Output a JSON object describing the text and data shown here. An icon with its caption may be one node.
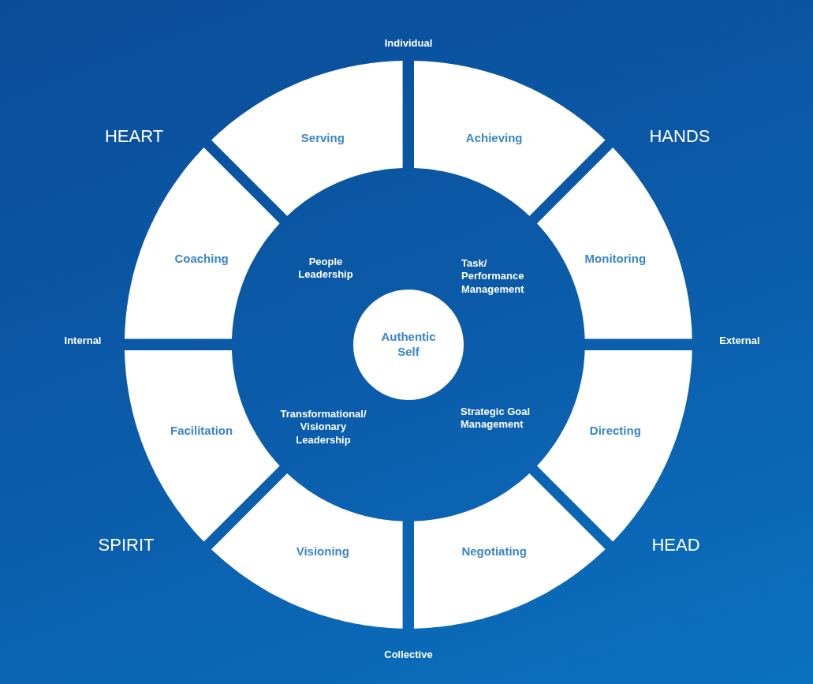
{
  "diagram": {
    "nodes": [
      {
        "text": [
          "Serving"
        ]
      },
      {
        "text": [
          "Achieving"
        ]
      },
      {
        "text": [
          "Coaching"
        ]
      },
      {
        "text": [
          "Monitoring"
        ]
      },
      {
        "text": [
          "Facilitation"
        ]
      },
      {
        "text": [
          "Directing"
        ]
      },
      {
        "text": [
          "Visioning"
        ]
      },
      {
        "text": [
          "Negotiating"
        ]
      },
      {
        "text": [
          "Authentic Self"
        ]
      }
    ],
    "edges": [],
    "labels": [
      "Individual",
      "HEART",
      "HANDS",
      "People Leadership",
      "Task/ Performance Management",
      "Internal",
      "External",
      "Transformational/ Visionary Leadership",
      "Strategic Goal Management",
      "SPIRIT",
      "HEAD",
      "Collective"
    ]
  }
}
